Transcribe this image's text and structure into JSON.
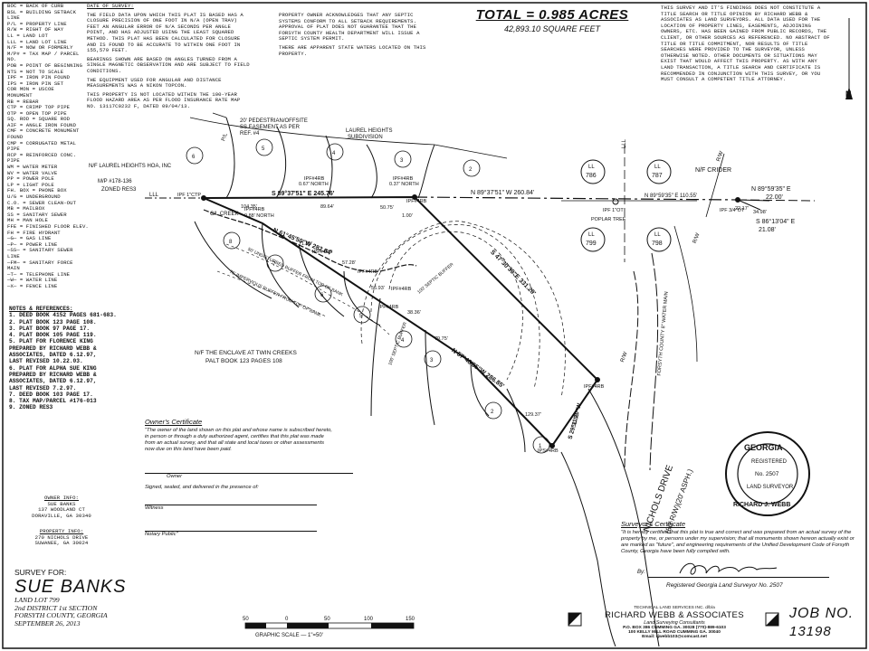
{
  "legend": [
    "BOC  =  BACK OF CURB",
    "BSL  =  BUILDING SETBACK",
    "LINE",
    "P/L  =  PROPERTY LINE",
    "R/W  =  RIGHT OF WAY",
    "LL  =  LAND LOT",
    "LLL  =  LAND LOT LINE",
    "N/F  =  NOW OR FORMERLY",
    "M/P#  =  TAX MAP / PARCEL",
    "NO.",
    "POB  =  POINT OF BEGINNING",
    "NTS  =  NOT TO SCALE",
    "IPF  =  IRON PIN FOUND",
    "IPS  =  IRON PIN SET",
    "COR MON  =  USCOE",
    "MONUMENT",
    "RB  =  REBAR",
    "CTP  =  CRIMP TOP PIPE",
    "OTP  =  OPEN TOP PIPE",
    "SQ. ROD  =  SQUARE ROD",
    "AIF  =  ANGLE IRON FOUND",
    "CMF  =  CONCRETE MONUMENT",
    "FOUND",
    "CMP  =  CORRUGATED METAL",
    "PIPE",
    "RCP  =  REINFORCED CONC.",
    "PIPE",
    "WM  =  WATER METER",
    "WV  =  WATER VALVE",
    "PP  =  POWER POLE",
    "LP  =  LIGHT POLE",
    "FH. BOX  =  PHONE BOX",
    "U/G  =  UNDERGROUND",
    "C.O.  =  SEWER CLEAN-OUT",
    "MB  =  MAILBOX",
    "SS  =  SANITARY SEWER",
    "MH  =  MAN HOLE",
    "FFE  =  FINISHED FLOOR ELEV.",
    "FH  =  FIRE HYDRANT",
    "—G—  =  GAS LINE",
    "—P—  =  POWER LINE",
    "—SS—  =  SANITARY SEWER",
    "LINE",
    "—FM—  =  SANITARY FORCE",
    "MAIN",
    "—T—  =  TELEPHONE LINE",
    "—W—  =  WATER LINE",
    "—X—  =  FENCE LINE"
  ],
  "date_of_survey_label": "DATE OF SURVEY:",
  "survey_notes": [
    "THE FIELD DATA UPON WHICH THIS PLAT IS BASED HAS A CLOSURE PRECISION OF ONE FOOT IN N/A (OPEN TRAV) FEET AN ANGULAR ERROR OF N/A SECONDS PER ANGLE POINT, AND HAS ADJUSTED USING THE LEAST SQUARED METHOD. THIS PLAT HAS BEEN CALCULATED FOR CLOSURE AND IS FOUND TO BE ACCURATE TO WITHIN ONE FOOT IN 155,579 FEET.",
    "BEARINGS SHOWN ARE BASED ON ANGLES TURNED FROM A SINGLE MAGNETIC OBSERVATION AND ARE SUBJECT TO FIELD CONDITIONS.",
    "THE EQUIPMENT USED FOR ANGULAR AND DISTANCE MEASUREMENTS WAS A NIKON TOPCON.",
    "THIS PROPERTY IS NOT LOCATED WITHIN THE 100-YEAR FLOOD HAZARD AREA AS PER FLOOD INSURANCE RATE MAP NO. 13117C0232 F, DATED 09/04/13."
  ],
  "septic_notes": [
    "PROPERTY OWNER ACKNOWLEDGES THAT ANY SEPTIC SYSTEMS CONFORM TO ALL SETBACK REQUIREMENTS. APPROVAL OF PLAT DOES NOT GUARANTEE THAT THE FORSYTH COUNTY HEALTH DEPARTMENT WILL ISSUE A SEPTIC SYSTEM PERMIT.",
    "THERE ARE APPARENT STATE WATERS LOCATED ON THIS PROPERTY."
  ],
  "total": {
    "acres": "TOTAL  =  0.985 ACRES",
    "sqft": "42,893.10 SQUARE FEET"
  },
  "disclaimer": "THIS SURVEY AND IT'S FINDINGS DOES NOT CONSTITUTE A TITLE SEARCH OR TITLE OPINION BY RICHARD WEBB & ASSOCIATES AS LAND SURVEYORS. ALL DATA USED FOR THE LOCATION OF PROPERTY LINES, EASEMENTS, ADJOINING OWNERS, ETC. HAS BEEN GAINED FROM PUBLIC RECORDS, THE CLIENT, OR OTHER SOURCES AS REFERENCED. NO ABSTRACT OF TITLE OR TITLE COMMITMENT, NOR RESULTS OF TITLE SEARCHES WERE PROVIDED TO THE SURVEYOR, UNLESS OTHERWISE NOTED. OTHER DOCUMENTS OR SITUATIONS MAY EXIST THAT WOULD AFFECT THIS PROPERTY. AS WITH ANY LAND TRANSACTION, A TITLE SEARCH AND CERTIFICATE IS RECOMMENDED IN CONJUNCTION WITH THIS SURVEY, OR YOU MUST CONSULT A COMPETENT TITLE ATTORNEY.",
  "north": "N",
  "notes_title": "NOTES & REFERENCES:",
  "notes_refs": [
    "1.  DEED BOOK 4152 PAGES 681-683.",
    "2.  PLAT BOOK 123 PAGE 108.",
    "3.  PLAT BOOK 97 PAGE 17.",
    "4.  PLAT BOOK 105 PAGE 119.",
    "5.  PLAT FOR FLORENCE KING",
    "     PREPARED BY RICHARD WEBB &",
    "     ASSOCIATES, DATED 6.12.97,",
    "     LAST REVISED 10.22.03.",
    "6.  PLAT FOR ALPHA SUE KING",
    "     PREPARED BY RICHARD WEBB &",
    "     ASSOCIATES, DATED 6.12.97,",
    "     LAST REVISED 7.2.97.",
    "7.  DEED BOOK 103 PAGE 17.",
    "8.  TAX MAP/PARCEL #176-013",
    "9.  ZONED RES3"
  ],
  "owner_info": {
    "title": "OWNER INFO:",
    "lines": [
      "SUE BANKS",
      "137 WOODLAND CT",
      "DORAVILLE, GA 30340"
    ]
  },
  "property_info": {
    "title": "PROPERTY INFO:",
    "lines": [
      "270 NICHOLS DRIVE",
      "SUWANEE, GA 30024"
    ]
  },
  "survey_for": {
    "label": "SURVEY FOR:",
    "name": "SUE BANKS",
    "lines": [
      "LAND LOT 799",
      "2nd DISTRICT 1st SECTION",
      "FORSYTH COUNTY, GEORGIA",
      "SEPTEMBER 26, 2013"
    ]
  },
  "owners_cert": {
    "title": "Owner's Certificate",
    "body": "\"The owner of the land shown on this plat and whose name is subscribed hereto, in person or through a duly authorized agent, certifies that this plat was made from an actual survey, and that all state and local taxes or other assessments now due on this land have been paid.",
    "owner_label": "Owner",
    "signed_label": "Signed, sealed, and delivered in the presence of:",
    "witness_label": "Witness",
    "notary_label": "Notary Public\""
  },
  "surveyors_cert": {
    "title": "Surveyor's Certificate",
    "body": "\"It is hereby certified that this plat is true and correct and was prepared from an actual survey of the property by me, or persons under my supervision; that all monuments shown hereon actually exist or are marked as \"future\", and engineering requirements of the Unified Development Code of Forsyth County, Georgia have been fully complied with.",
    "by_label": "By:",
    "registered": "Registered Georgia Land Surveyor No. 2507"
  },
  "seal": {
    "top": "GEORGIA",
    "middle1": "REGISTERED",
    "number": "No. 2507",
    "middle2": "LAND SURVEYOR",
    "bottom": "RICHARD J. WEBB"
  },
  "scale": {
    "ticks": [
      "50",
      "0",
      "50",
      "100",
      "150"
    ],
    "label": "GRAPHIC SCALE — 1\"=50'"
  },
  "firm": {
    "tech": "TECHNICAL LAND SERVICES INC. d/b/a",
    "name": "RICHARD WEBB & ASSOCIATES",
    "sub": "Land Surveying Consultants",
    "line1": "P.O. BOX 386 CUMMING GA. 30028 (770)-889-6103",
    "line2": "100 KELLY MILL ROAD CUMMING GA. 30040",
    "email": "Email: rjwebb103@comcast.net"
  },
  "job": {
    "label": "JOB NO.",
    "number": "13198"
  },
  "plat": {
    "lots_left": [
      "6",
      "5",
      "4",
      "3",
      "2",
      "1",
      "7",
      "8",
      "6",
      "5",
      "4",
      "3",
      "2"
    ],
    "ped_easement": "20' PEDESTRIAN/OFFSITE SS EASEMENT AS PER REF. #4",
    "laurel_heights": "LAUREL HEIGHTS SUBDIVISION",
    "nf_laurel": "N/F LAUREL HEIGHTS HOA, INC",
    "nf_laurel_mp": "M/P #178-136",
    "nf_laurel_zone": "ZONED RES3",
    "nf_crider": "N/F CRIDER",
    "nf_enclave": "N/F THE ENCLAVE AT TWIN CREEKS",
    "nf_enclave_plat": "PALT BOOK 123 PAGES 108",
    "north_line": "S 89°37'51\" E 245.76'",
    "north_line2": "N 89°37'51\" W 260.84'",
    "crider_line": "N 89°59'35\" E 110.55'",
    "crider_b1": "N 89°59'35\" E",
    "crider_d1": "22.00'",
    "crider_b2": "S 86°13'04\" E",
    "crider_d2": "21.08'",
    "creek_line": "N 61°45'50\"W 282.84'",
    "east_line": "S 47°30'39\"E 331.20'",
    "south_line": "N 57°48'35\"W 286.85'",
    "frontage": "S 29°11'20\"W",
    "frontage_d": "51.88'",
    "ll_786": "786",
    "ll_787": "787",
    "ll_799": "799",
    "ll_798": "798",
    "ll_label": "LL",
    "ipf": "IPF#4RB",
    "ipf_ctp": "IPF 1\"CTP",
    "ipf_ots": "IPF 1\"OT",
    "ipf_small": "IPF 3/4\"OT",
    "ips": "IPS#4RB",
    "poplar": "POPLAR TREE",
    "north067": "0.67' NORTH",
    "north037": "0.37' NORTH",
    "north088": "0.88' NORTH",
    "creek": "C/L CREEK",
    "buffer50": "50' UNDISTURBED BUFFER FROM TOP OF BANK",
    "buffer75": "75' IMPERVIOUS BUFFER FROM TOP OF BANK",
    "septic_buffer": "100' SEPTIC BUFFER",
    "road": "NICHOLS DRIVE",
    "road_rw": "(80' R/W)(20' ASPH.)",
    "water_main": "FORSYTH COUNTY 8\" WATER MAIN",
    "rw": "R/W",
    "lll": "LLL",
    "d_104": "104.35'",
    "d_89": "89.64'",
    "d_50": "50.75'",
    "d_100": "1.00'",
    "d_7185": "71.85'",
    "d_5728": "57.28'",
    "d_5693": "56.93'",
    "d_3836": "38.36'",
    "d_7975": "79.75'",
    "d_12937": "129.37'",
    "d_2217": "22.17'",
    "d_3498": "34.98'"
  }
}
